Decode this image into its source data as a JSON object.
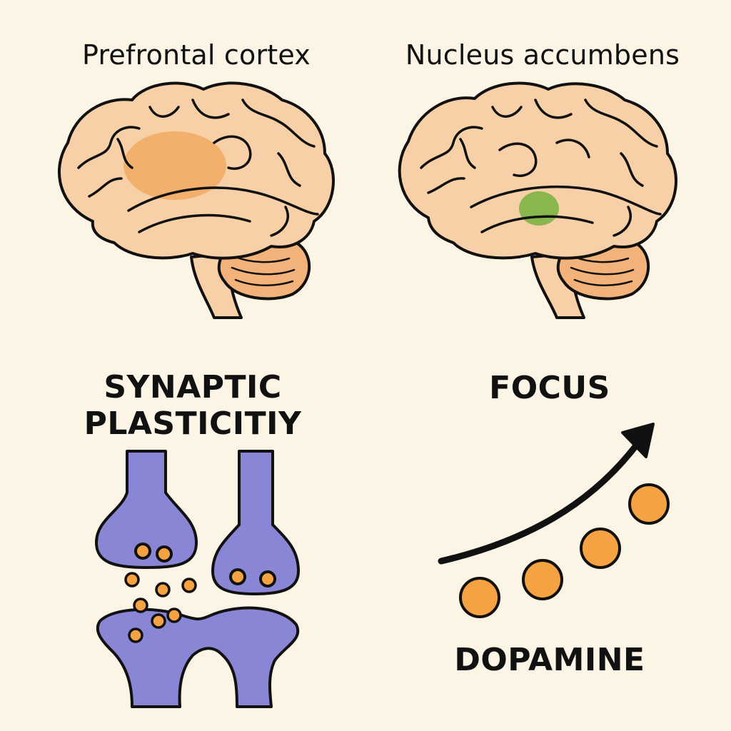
{
  "panels": {
    "prefrontal": {
      "title": "Prefrontal cortex"
    },
    "accumbens": {
      "title": "Nucleus accumbens"
    },
    "synaptic": {
      "title_line1": "SYNAPTIC",
      "title_line2": "PLASTICITIY"
    },
    "focus": {
      "title": "FOCUS",
      "subtitle": "DOPAMINE"
    }
  },
  "colors": {
    "background": "#fcf4e5",
    "brain_fill": "#f7d0a8",
    "prefrontal_highlight": "#f2a65a",
    "accumbens_highlight": "#7cb342",
    "cerebellum": "#f2b27a",
    "neuron": "#8a86d6",
    "vesicle": "#f4a242",
    "outline": "#111111"
  },
  "icons": [
    "brain-illustration",
    "synapse-illustration",
    "upward-arrow-icon",
    "dopamine-molecule-icon"
  ]
}
